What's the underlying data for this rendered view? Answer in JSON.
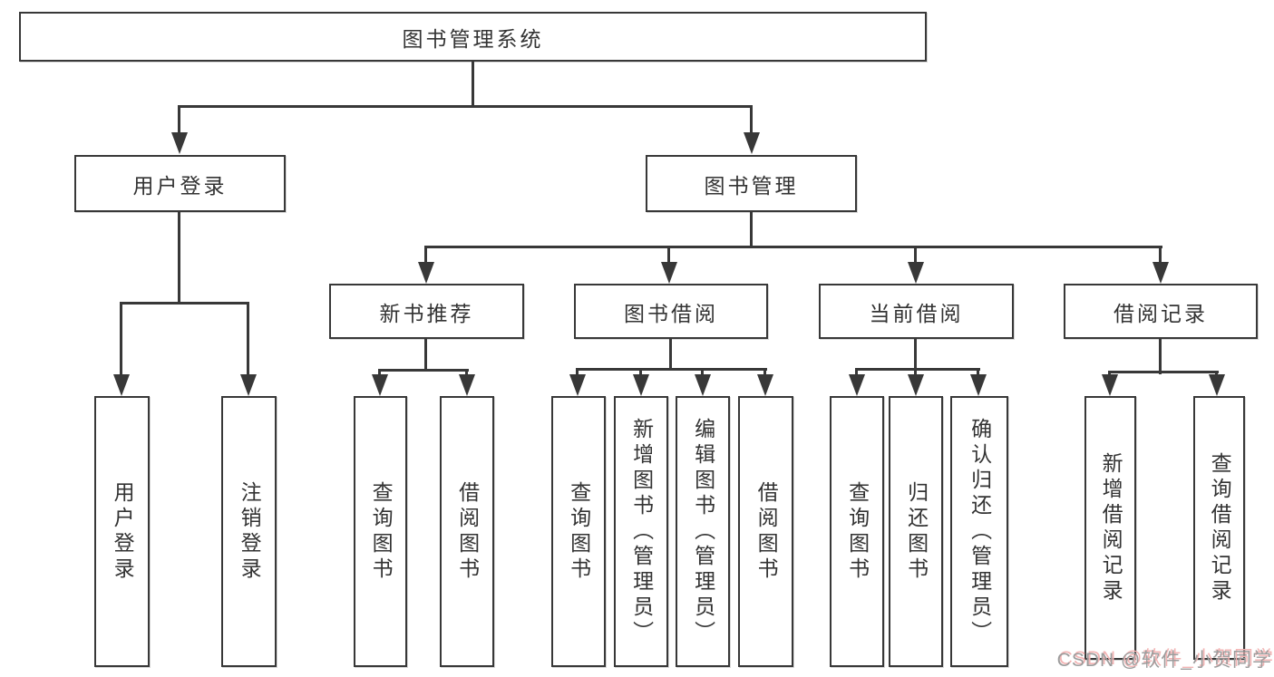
{
  "diagram": {
    "root": {
      "label": "图书管理系统"
    },
    "level2": [
      {
        "label": "用户登录"
      },
      {
        "label": "图书管理"
      }
    ],
    "level3": [
      {
        "label": "新书推荐"
      },
      {
        "label": "图书借阅"
      },
      {
        "label": "当前借阅"
      },
      {
        "label": "借阅记录"
      }
    ],
    "leaves": {
      "login": [
        {
          "label": "用户登录"
        },
        {
          "label": "注销登录"
        }
      ],
      "newbook": [
        {
          "label": "查询图书"
        },
        {
          "label": "借阅图书"
        }
      ],
      "borrow": [
        {
          "label": "查询图书"
        },
        {
          "label": "新增图书（管理员）"
        },
        {
          "label": "编辑图书（管理员）"
        },
        {
          "label": "借阅图书"
        }
      ],
      "current": [
        {
          "label": "查询图书"
        },
        {
          "label": "归还图书"
        },
        {
          "label": "确认归还（管理员）"
        }
      ],
      "records": [
        {
          "label": "新增借阅记录"
        },
        {
          "label": "查询借阅记录"
        }
      ]
    },
    "colors": {
      "line": "#383838",
      "box_border": "#383838",
      "text": "#333333",
      "background": "#ffffff",
      "watermark_text": "#9c9c9c",
      "watermark_shadow": "#f3b4b4"
    }
  },
  "watermark": {
    "text": "CSDN @软件_小贺同学"
  }
}
